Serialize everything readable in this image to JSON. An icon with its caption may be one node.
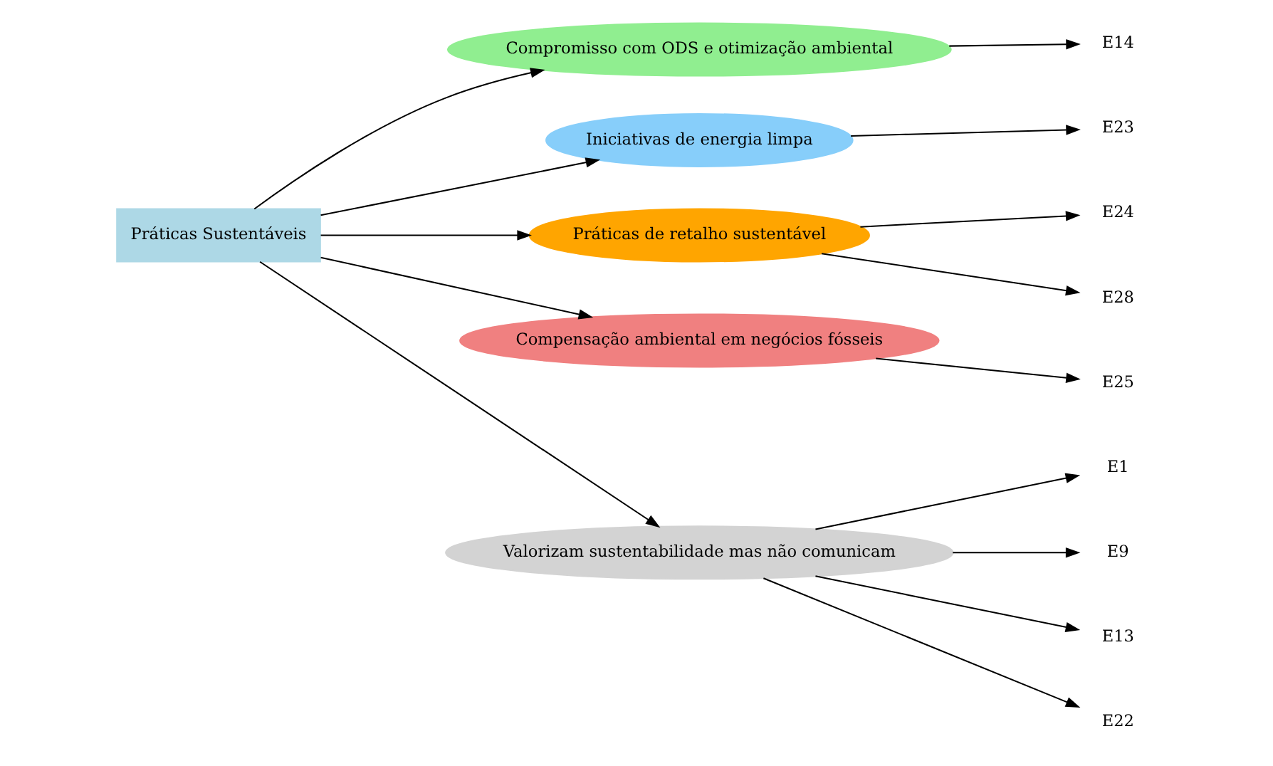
{
  "diagram": {
    "nodes": [
      {
        "text": [
          "Práticas Sustentáveis"
        ]
      },
      {
        "text": [
          "Compromisso com ODS e otimização ambiental"
        ]
      },
      {
        "text": [
          "Iniciativas de energia limpa"
        ]
      },
      {
        "text": [
          "Práticas de retalho sustentável"
        ]
      },
      {
        "text": [
          "Compensação ambiental em negócios fósseis"
        ]
      },
      {
        "text": [
          "Valorizam sustentabilidade mas não comunicam"
        ]
      },
      {
        "text": [
          "E14"
        ]
      },
      {
        "text": [
          "E23"
        ]
      },
      {
        "text": [
          "E24"
        ]
      },
      {
        "text": [
          "E28"
        ]
      },
      {
        "text": [
          "E25"
        ]
      },
      {
        "text": [
          "E1"
        ]
      },
      {
        "text": [
          "E9"
        ]
      },
      {
        "text": [
          "E13"
        ]
      },
      {
        "text": [
          "E22"
        ]
      }
    ],
    "edges": [
      {
        "from": 0,
        "to": 1,
        "arrow": "to"
      },
      {
        "from": 0,
        "to": 2,
        "arrow": "to"
      },
      {
        "from": 0,
        "to": 3,
        "arrow": "to"
      },
      {
        "from": 0,
        "to": 4,
        "arrow": "to"
      },
      {
        "from": 0,
        "to": 5,
        "arrow": "to"
      },
      {
        "from": 1,
        "to": 6,
        "arrow": "to"
      },
      {
        "from": 2,
        "to": 7,
        "arrow": "to"
      },
      {
        "from": 3,
        "to": 8,
        "arrow": "to"
      },
      {
        "from": 3,
        "to": 9,
        "arrow": "to"
      },
      {
        "from": 4,
        "to": 10,
        "arrow": "to"
      },
      {
        "from": 5,
        "to": 11,
        "arrow": "to"
      },
      {
        "from": 5,
        "to": 12,
        "arrow": "to"
      },
      {
        "from": 5,
        "to": 13,
        "arrow": "to"
      },
      {
        "from": 5,
        "to": 14,
        "arrow": "to"
      }
    ]
  }
}
